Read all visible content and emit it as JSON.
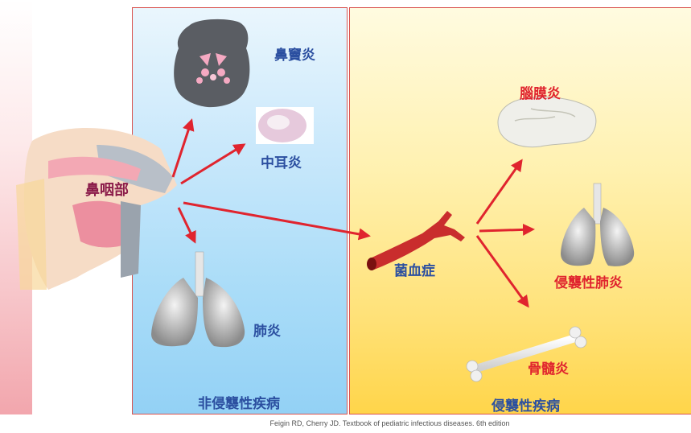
{
  "labels": {
    "nasopharynx": "鼻咽部",
    "sinusitis": "鼻竇炎",
    "otitis_media": "中耳炎",
    "pneumonia": "肺炎",
    "non_invasive_disease": "非侵襲性疾病",
    "bacteremia": "菌血症",
    "meningitis": "腦膜炎",
    "invasive_pneumonia": "侵襲性肺炎",
    "osteomyelitis": "骨髓炎",
    "invasive_disease": "侵襲性疾病"
  },
  "citation": "Feigin RD, Cherry JD. Textbook of pediatric infectious diseases. 6th edition",
  "colors": {
    "arrow": "#e0242e",
    "label_blue": "#2b4fa0",
    "label_red": "#e0242e",
    "label_maroon": "#8b1c4a",
    "panel_border": "#d9534f"
  }
}
